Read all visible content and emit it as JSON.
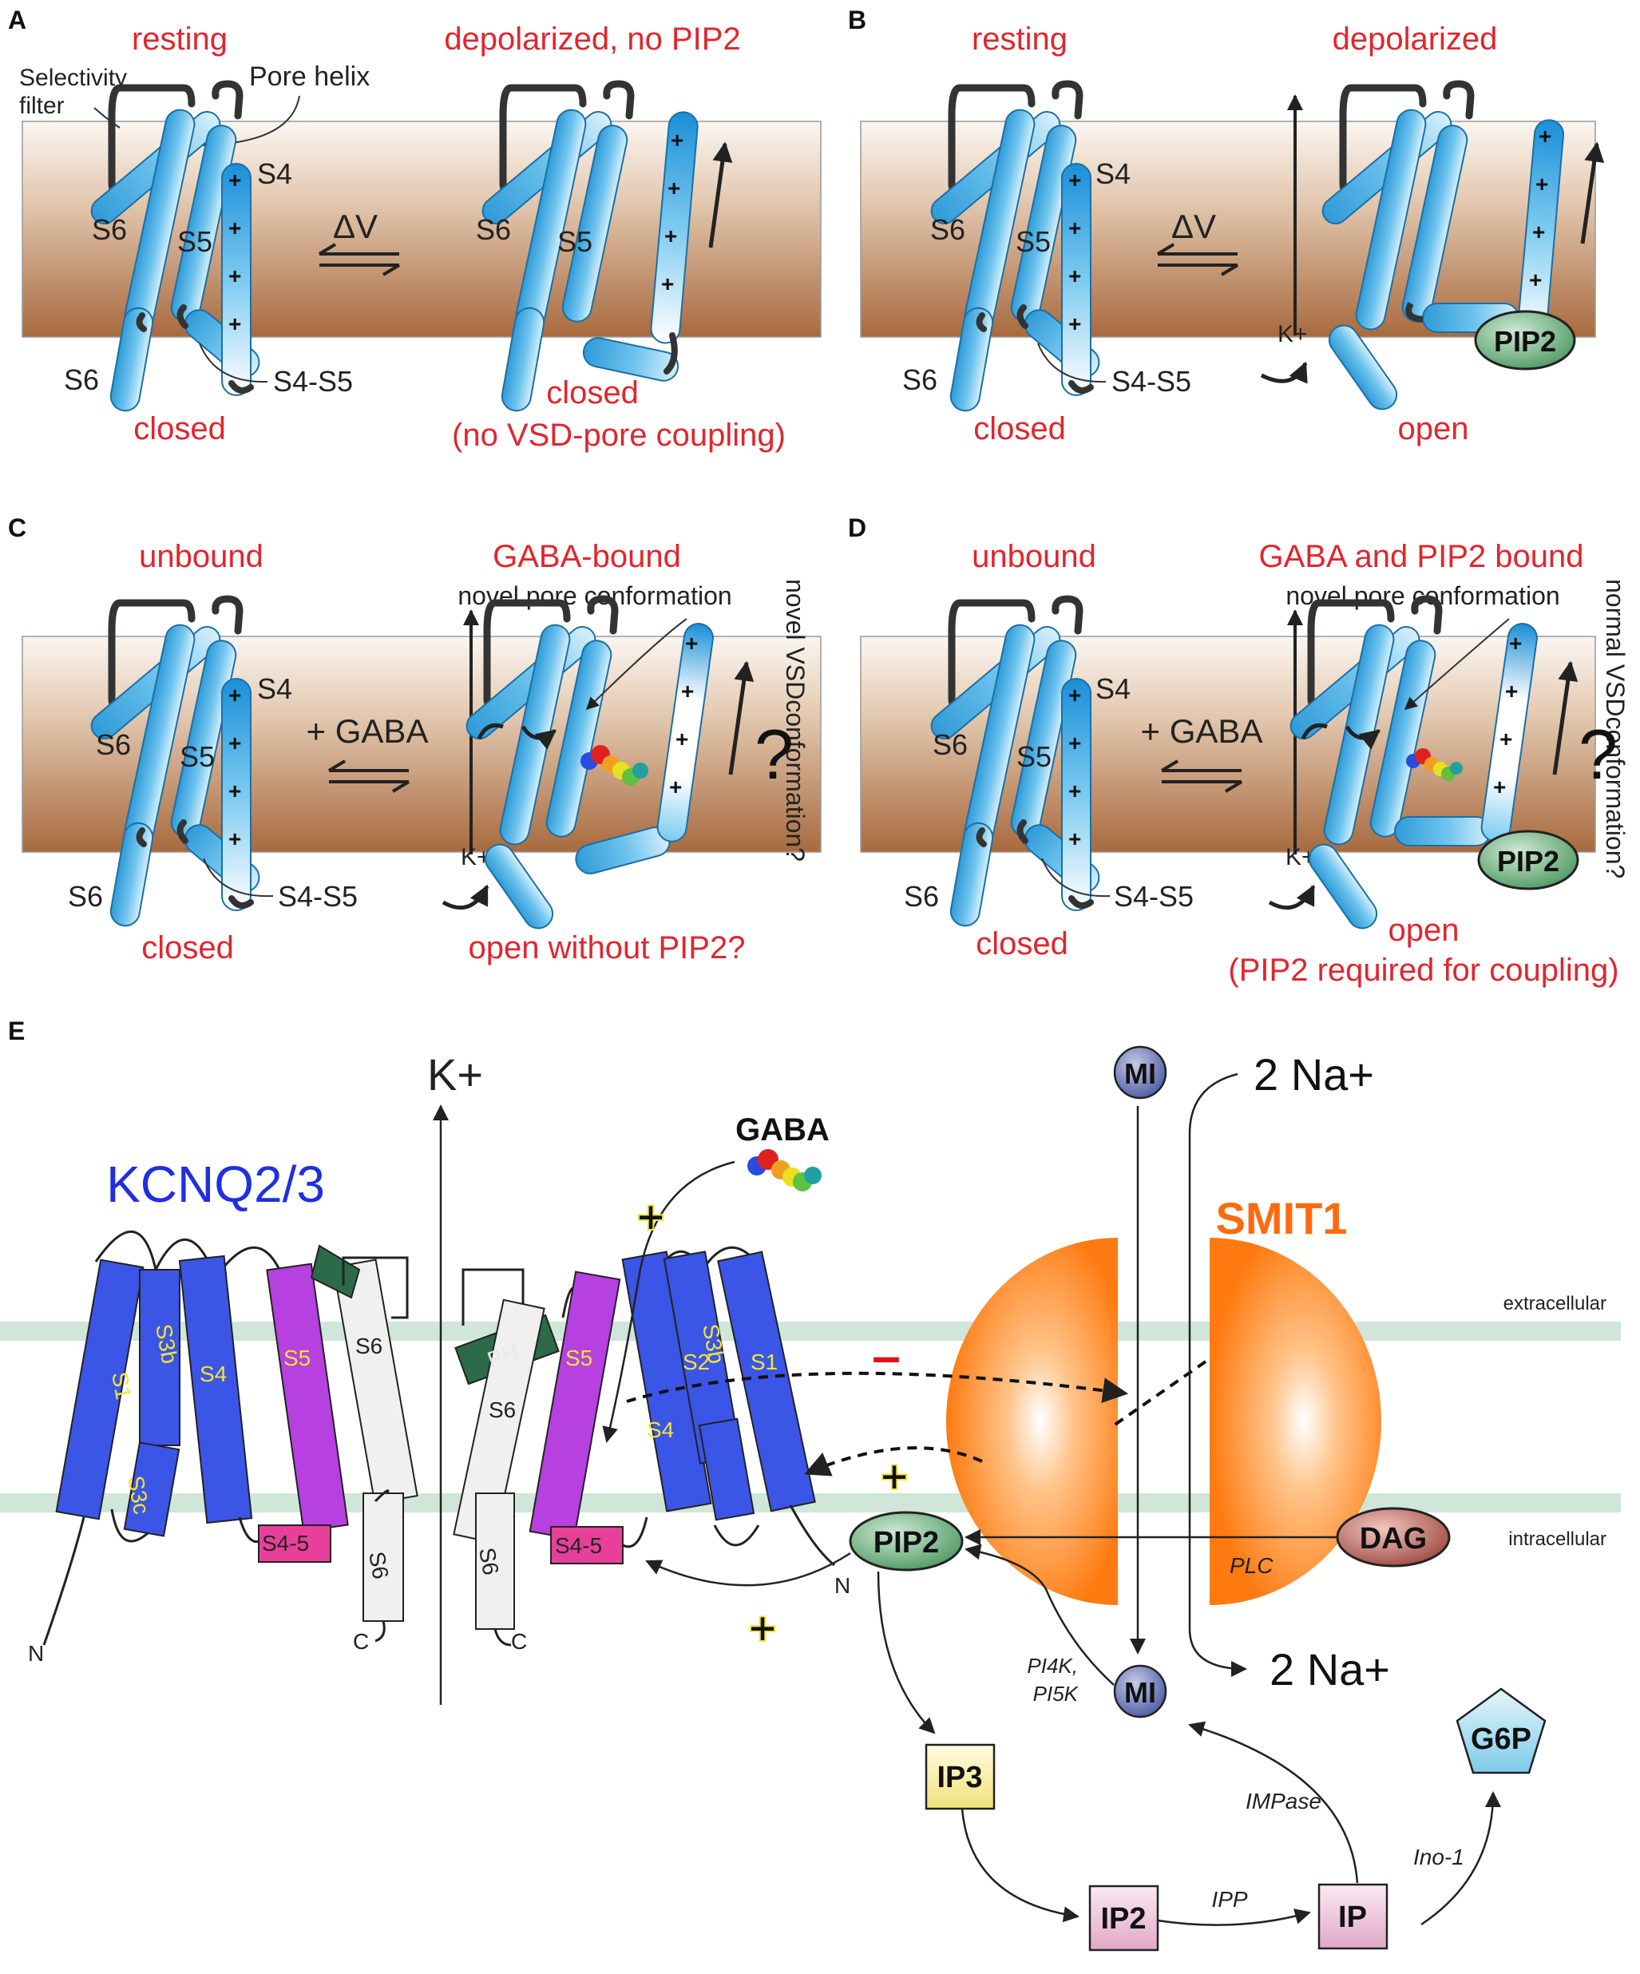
{
  "panels": {
    "A": {
      "letter": "A",
      "state_left_top": "resting",
      "state_right_top": "depolarized, no PIP2",
      "state_left_bottom": "closed",
      "state_right_bottom_1": "closed",
      "state_right_bottom_2": "(no VSD-pore coupling)",
      "arrow_label": "ΔV",
      "sf_label_1": "Selectivity",
      "sf_label_2": "filter",
      "ph_label": "Pore helix"
    },
    "B": {
      "letter": "B",
      "state_left_top": "resting",
      "state_right_top": "depolarized",
      "state_left_bottom": "closed",
      "state_right_bottom": "open",
      "arrow_label": "ΔV"
    },
    "C": {
      "letter": "C",
      "state_left_top": "unbound",
      "state_right_top": "GABA-bound",
      "state_left_bottom": "closed",
      "state_right_bottom": "open without PIP2?",
      "arrow_label": "+ GABA",
      "pore_note": "novel pore conformation",
      "side_note": "novel VSDconformation?",
      "question": "?"
    },
    "D": {
      "letter": "D",
      "state_left_top": "unbound",
      "state_right_top": "GABA and PIP2 bound",
      "state_left_bottom": "closed",
      "state_right_bottom_1": "open",
      "state_right_bottom_2": "(PIP2 required for coupling)",
      "arrow_label": "+ GABA",
      "pore_note": "novel pore conformation",
      "side_note": "normal VSDconformation?",
      "question": "?"
    },
    "E": {
      "letter": "E",
      "channel": "KCNQ2/3",
      "transporter": "SMIT1",
      "kplus": "K+",
      "gaba": "GABA",
      "extracellular": "extracellular",
      "intracellular": "intracellular",
      "na_top": "2 Na+",
      "na_bottom": "2 Na+",
      "mi": "MI",
      "pip2": "PIP2",
      "dag": "DAG",
      "plc": "PLC",
      "ip3": "IP3",
      "ip2": "IP2",
      "ip": "IP",
      "g6p": "G6P",
      "pi4k_1": "PI4K,",
      "pi4k_2": "PI5K",
      "impase": "IMPase",
      "ipp": "IPP",
      "ino1": "Ino-1",
      "n_term": "N",
      "c_term": "C",
      "plus": "+",
      "minus": "–",
      "helices": {
        "s1": "S1",
        "s2": "S2",
        "s3b": "S3b",
        "s3c": "S3c",
        "s4": "S4",
        "s5": "S5",
        "s6": "S6",
        "s45": "S4-5",
        "ph": "PH"
      }
    }
  },
  "helix_labels": {
    "s4": "S4",
    "s5": "S5",
    "s6": "S6",
    "s45": "S4-S5",
    "kplus": "K+",
    "pip2": "PIP2",
    "plus": "+"
  },
  "colors": {
    "membrane_top": "#f9f2ec",
    "membrane_bottom": "#a86a3e",
    "state_text": "#e0262d",
    "helix_blue": "#3aa8e0",
    "kcnq_blue": "#3b55e6",
    "s5_magenta": "#b640e0",
    "s45_pink": "#e8409a",
    "smit_orange": "#ff7a10",
    "pip2_green": "#5aa870",
    "dag_red": "#b05850"
  }
}
